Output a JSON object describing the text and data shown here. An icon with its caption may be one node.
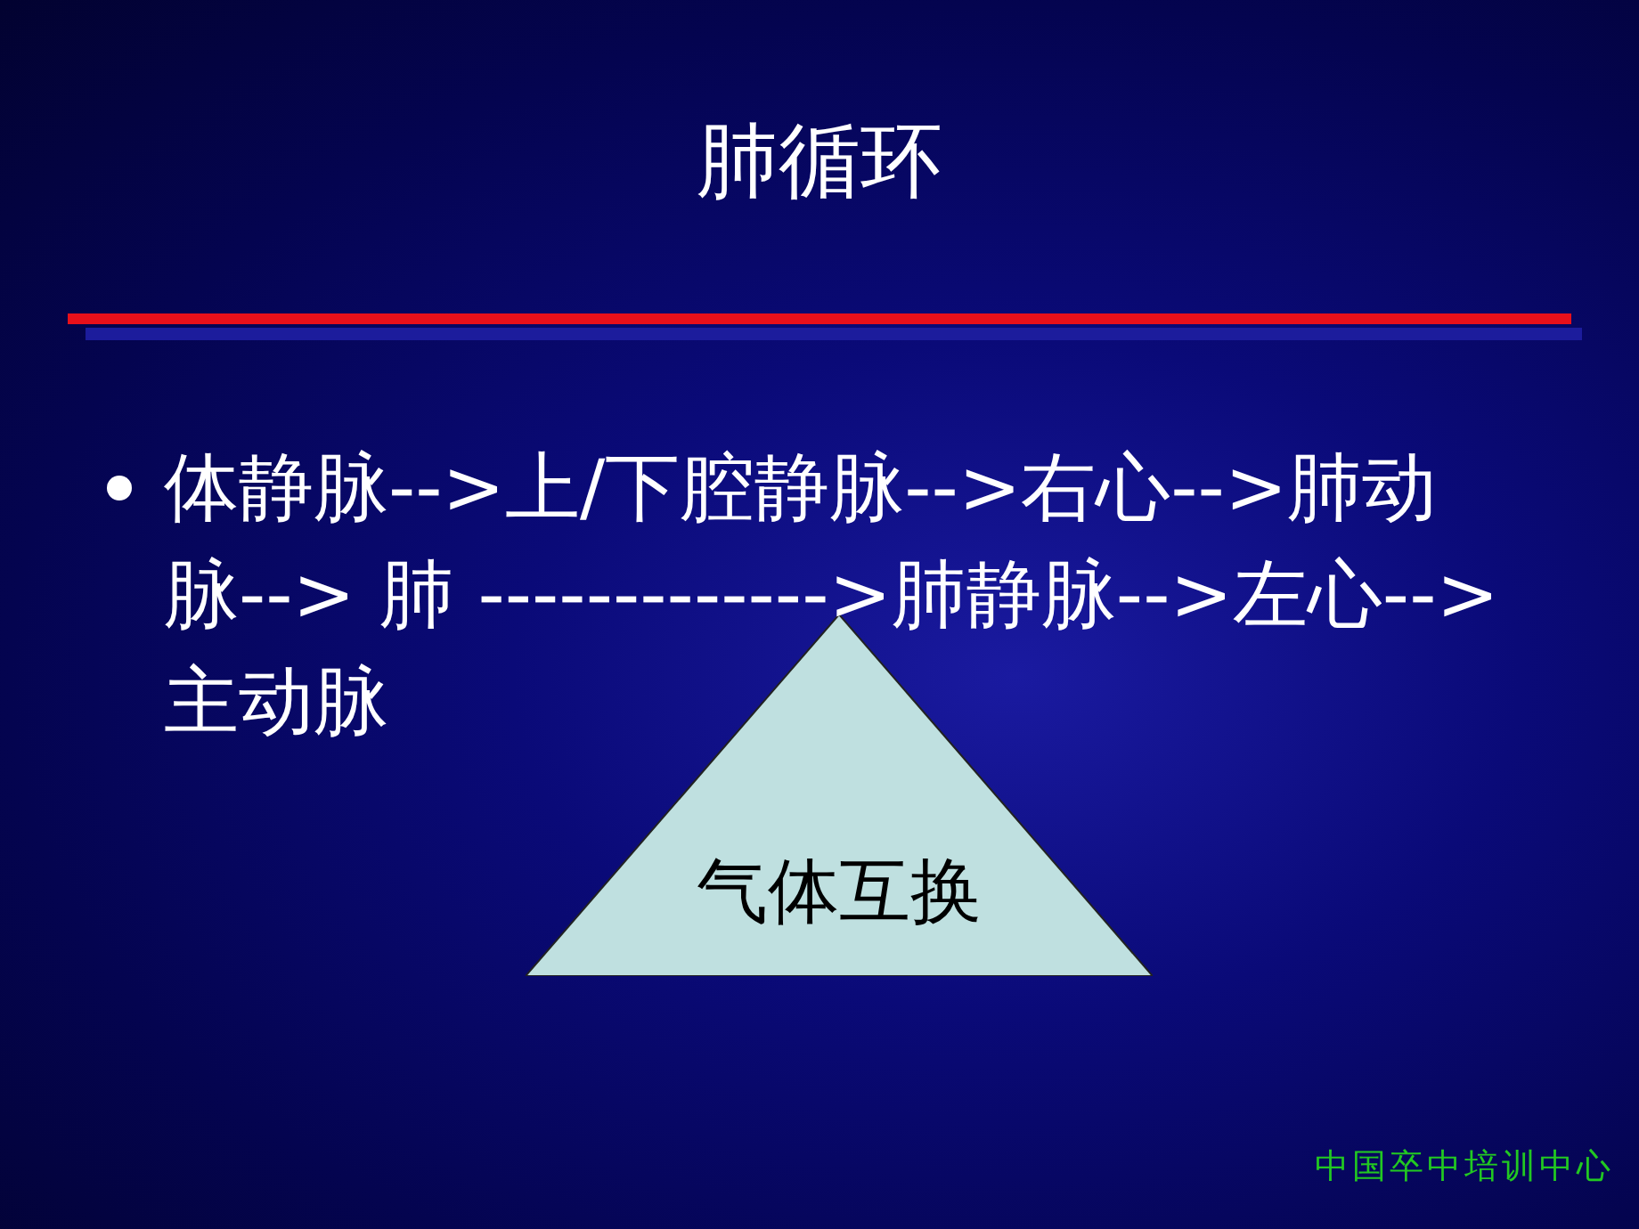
{
  "diagram": {
    "title": "肺循环",
    "nodes": [
      {
        "text": [
          "气体互换"
        ]
      }
    ],
    "labels": [
      "体静脉-->上/下腔静脉-->右心-->肺动脉--> 肺 ------------->肺静脉-->左心-->主动脉",
      "中国卒中培训中心"
    ]
  }
}
